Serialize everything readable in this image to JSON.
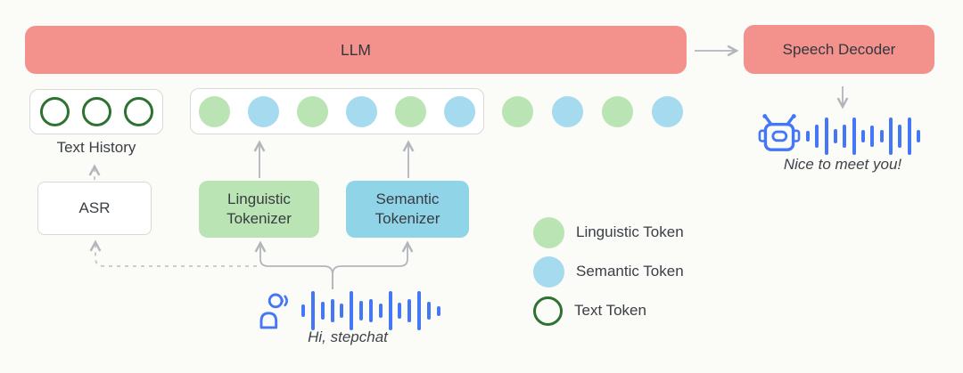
{
  "colors": {
    "background": "#fbfbf8",
    "salmon": "#f3928d",
    "green": "#bae4b3",
    "blue_token": "#a6daee",
    "blue_box": "#90d4e7",
    "ring_green": "#2e7231",
    "border_gray": "#d7d9d7",
    "arrow_gray": "#b2b6bb",
    "dash_gray": "#c3c6ca",
    "icon_blue": "#4377f6",
    "text_dark": "#3a3e45"
  },
  "llm": {
    "label": "LLM"
  },
  "speech_decoder": {
    "label": "Speech Decoder"
  },
  "text_history": {
    "label": "Text History"
  },
  "asr": {
    "label": "ASR"
  },
  "linguistic_tokenizer": {
    "label": "Linguistic\nTokenizer"
  },
  "semantic_tokenizer": {
    "label": "Semantic\nTokenizer"
  },
  "input_speech": {
    "caption": "Hi, stepchat",
    "waveform": [
      0.3,
      1,
      0.45,
      0.6,
      0.35,
      1,
      0.5,
      0.6,
      0.35,
      1,
      0.4,
      0.6,
      1,
      0.45,
      0.25
    ]
  },
  "output_speech": {
    "caption": "Nice to meet you!",
    "waveform": [
      0.3,
      0.6,
      1,
      0.4,
      0.6,
      1,
      0.35,
      0.55,
      0.35,
      1,
      0.6,
      1,
      0.35
    ]
  },
  "tokens": {
    "history": [
      "text",
      "text",
      "text"
    ],
    "in_context": [
      "linguistic",
      "semantic",
      "linguistic",
      "semantic",
      "linguistic",
      "semantic"
    ],
    "streaming": [
      "linguistic",
      "semantic",
      "linguistic",
      "semantic"
    ]
  },
  "legend": [
    {
      "type": "linguistic",
      "label": "Linguistic Token"
    },
    {
      "type": "semantic",
      "label": "Semantic Token"
    },
    {
      "type": "text",
      "label": "Text Token"
    }
  ],
  "icons": {
    "input_speaker": "person-speaking-icon",
    "input_audio": "waveform-icon",
    "output_speaker": "robot-icon",
    "output_audio": "waveform-icon"
  }
}
